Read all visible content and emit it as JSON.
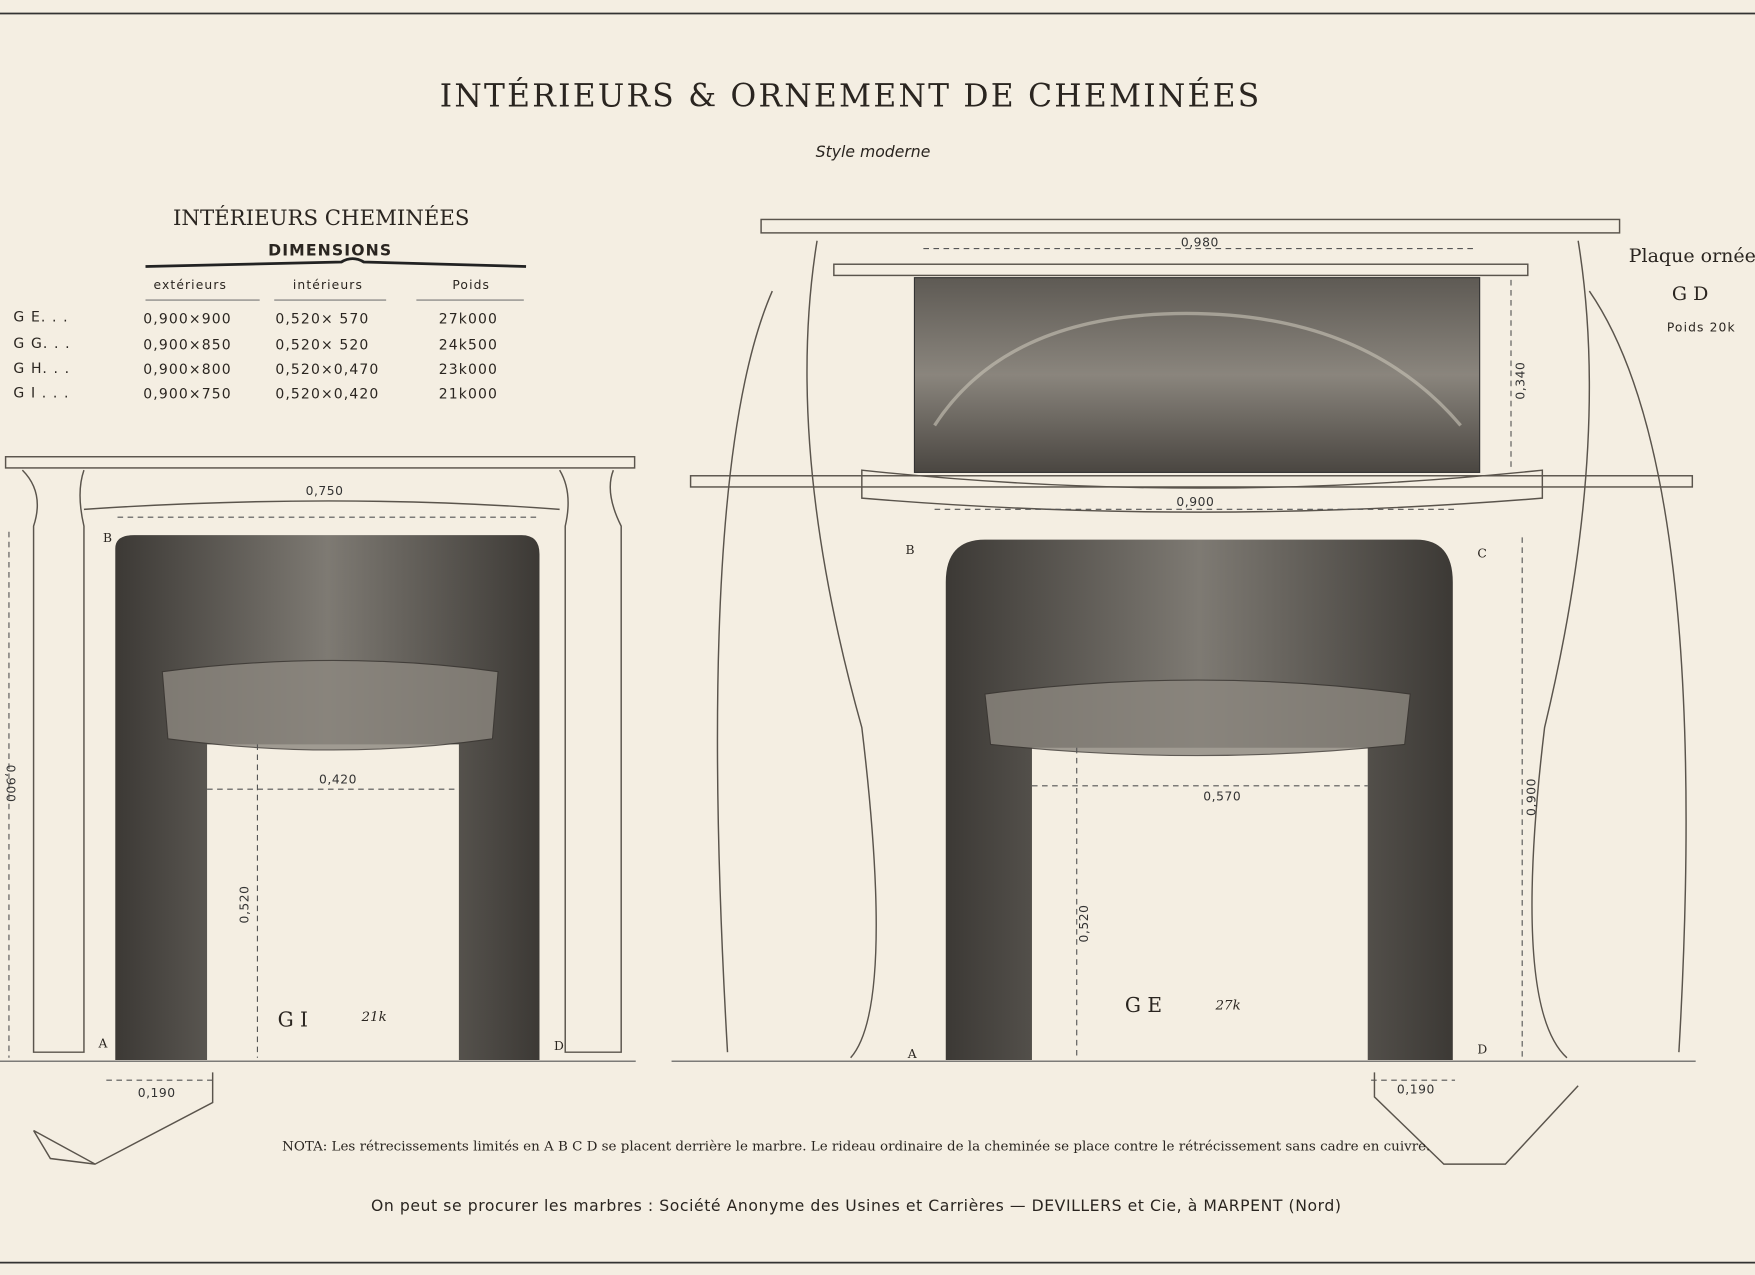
{
  "title": "INTÉRIEURS & ORNEMENT DE CHEMINÉES",
  "subtitle": "Style moderne",
  "table": {
    "title": "INTÉRIEURS CHEMINÉES",
    "subtitle": "DIMENSIONS",
    "headers": [
      "extérieurs",
      "intérieurs",
      "Poids"
    ],
    "rows": [
      {
        "model": "G E. . .",
        "exterieurs": "0,900×900",
        "interieurs": "0,520×  570",
        "poids": "27k000"
      },
      {
        "model": "G G. . .",
        "exterieurs": "0,900×850",
        "interieurs": "0,520×  520",
        "poids": "24k500"
      },
      {
        "model": "G H. . .",
        "exterieurs": "0,900×800",
        "interieurs": "0,520×0,470",
        "poids": "23k000"
      },
      {
        "model": "G I . . .",
        "exterieurs": "0,900×750",
        "interieurs": "0,520×0,420",
        "poids": "21k000"
      }
    ]
  },
  "plaque": {
    "label": "Plaque ornée",
    "model": "G D",
    "weight": "Poids 20k"
  },
  "left_fireplace": {
    "model": "G I",
    "weight": "21k",
    "dims": {
      "width_outer": "0,750",
      "width_inner": "0,420",
      "height_inner": "0,520",
      "height_outer": "0,900",
      "depth": "0,190"
    },
    "points": [
      "A",
      "B",
      "D"
    ]
  },
  "right_fireplace": {
    "model": "G E",
    "weight": "27k",
    "dims": {
      "plaque_width": "0,980",
      "plaque_height": "0,340",
      "width_outer": "0,900",
      "width_inner": "0,570",
      "height_inner": "0,520",
      "height_outer": "0,900",
      "depth": "0,190"
    },
    "points": [
      "A",
      "B",
      "C",
      "D"
    ]
  },
  "nota": "NOTA: Les rétrecissements limités en A B C D se placent derrière le marbre. Le rideau ordinaire de la cheminée se place contre le rétrécissement sans cadre en cuivre.",
  "footer": "On peut se procurer les marbres : Société Anonyme des Usines et Carrières — DEVILLERS et Cie, à MARPENT (Nord)",
  "colors": {
    "paper": "#f4eee2",
    "ink": "#2a2520",
    "cast_iron": "#4a4743"
  }
}
